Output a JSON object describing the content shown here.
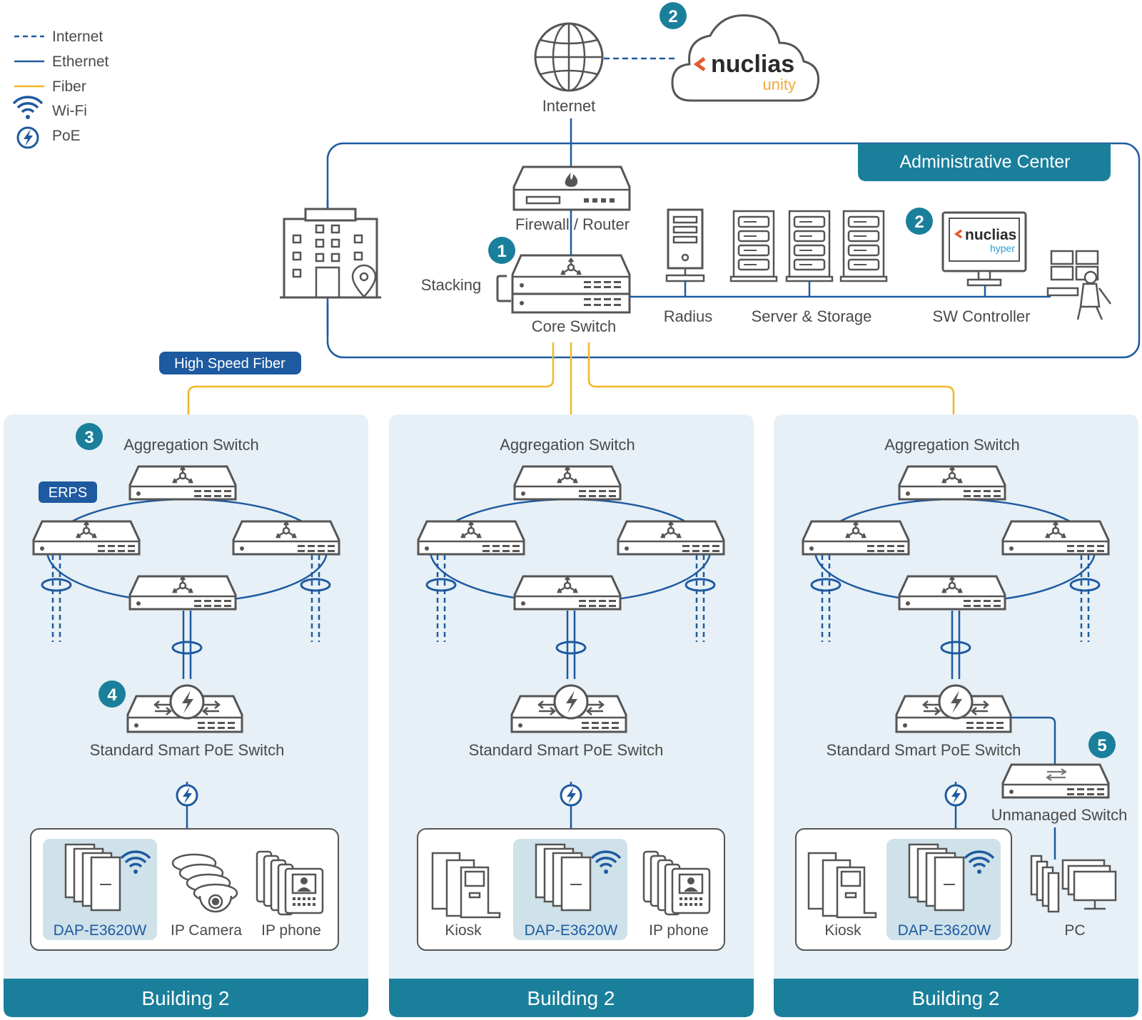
{
  "legend": [
    {
      "label": "Internet",
      "kind": "dashed-line",
      "color": "#1e5aa0"
    },
    {
      "label": "Ethernet",
      "kind": "solid-line",
      "color": "#1e5aa0"
    },
    {
      "label": "Fiber",
      "kind": "solid-line",
      "color": "#f2b824"
    },
    {
      "label": "Wi-Fi",
      "kind": "icon",
      "icon": "wifi-icon"
    },
    {
      "label": "PoE",
      "kind": "icon",
      "icon": "poe-icon"
    }
  ],
  "top": {
    "internet_label": "Internet",
    "cloud": {
      "brand": "nuclias",
      "sub": "unity",
      "badge": "2"
    }
  },
  "admin": {
    "title": "Administrative Center",
    "firewall_label": "Firewall / Router",
    "core_switch_label": "Core Switch",
    "core_badge": "1",
    "stacking_label": "Stacking",
    "radius_label": "Radius",
    "server_label": "Server & Storage",
    "controller_label": "SW Controller",
    "controller_badge": "2",
    "monitor_brand": "nuclias",
    "monitor_sub": "hyper"
  },
  "fiber_tag": "High Speed Fiber",
  "buildings": [
    {
      "title": "Building 2",
      "agg_label": "Aggregation Switch",
      "agg_badge": "3",
      "erps_tag": "ERPS",
      "poe_label": "Standard Smart PoE Switch",
      "poe_badge": "4",
      "devices": [
        {
          "label": "DAP-E3620W",
          "icon": "access-point-icon",
          "highlight": true
        },
        {
          "label": "IP Camera",
          "icon": "ip-camera-icon",
          "highlight": false
        },
        {
          "label": "IP phone",
          "icon": "ip-phone-icon",
          "highlight": false
        }
      ]
    },
    {
      "title": "Building 2",
      "agg_label": "Aggregation Switch",
      "poe_label": "Standard Smart PoE Switch",
      "devices": [
        {
          "label": "Kiosk",
          "icon": "kiosk-icon",
          "highlight": false
        },
        {
          "label": "DAP-E3620W",
          "icon": "access-point-icon",
          "highlight": true
        },
        {
          "label": "IP phone",
          "icon": "ip-phone-icon",
          "highlight": false
        }
      ]
    },
    {
      "title": "Building 2",
      "agg_label": "Aggregation Switch",
      "poe_label": "Standard Smart PoE Switch",
      "unmanaged_label": "Unmanaged Switch",
      "unmanaged_badge": "5",
      "pc_label": "PC",
      "devices": [
        {
          "label": "Kiosk",
          "icon": "kiosk-icon",
          "highlight": false
        },
        {
          "label": "DAP-E3620W",
          "icon": "access-point-icon",
          "highlight": true
        }
      ]
    }
  ],
  "colors": {
    "navy": "#1e5aa0",
    "teal": "#1a7f9b",
    "fiber": "#f2b824",
    "panel": "#e6f0f6",
    "highlight": "#cfe2ea"
  }
}
